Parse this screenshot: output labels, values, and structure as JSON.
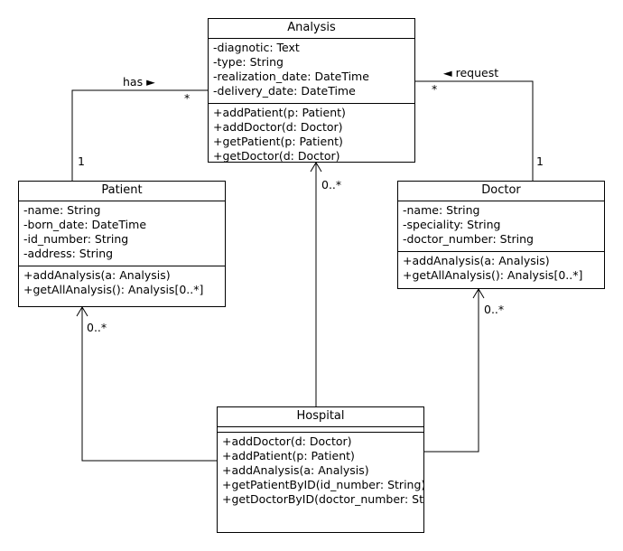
{
  "classes": {
    "analysis": {
      "name": "Analysis",
      "attributes": [
        "-diagnotic: Text",
        "-type: String",
        "-realization_date: DateTime",
        "-delivery_date: DateTime"
      ],
      "methods": [
        "+addPatient(p: Patient)",
        "+addDoctor(d: Doctor)",
        "+getPatient(p: Patient)",
        "+getDoctor(d: Doctor)"
      ]
    },
    "patient": {
      "name": "Patient",
      "attributes": [
        "-name: String",
        "-born_date: DateTime",
        "-id_number: String",
        "-address: String"
      ],
      "methods": [
        "+addAnalysis(a: Analysis)",
        "+getAllAnalysis(): Analysis[0..*]"
      ]
    },
    "doctor": {
      "name": "Doctor",
      "attributes": [
        "-name: String",
        "-speciality: String",
        "-doctor_number: String"
      ],
      "methods": [
        "+addAnalysis(a: Analysis)",
        "+getAllAnalysis(): Analysis[0..*]"
      ]
    },
    "hospital": {
      "name": "Hospital",
      "attributes": [],
      "methods": [
        "+addDoctor(d: Doctor)",
        "+addPatient(p: Patient)",
        "+addAnalysis(a: Analysis)",
        "+getPatientByID(id_number: String)",
        "+getDoctorByID(doctor_number: String)"
      ]
    }
  },
  "associations": {
    "has": {
      "label": "has ►",
      "analysis_end": "*",
      "patient_end": "1"
    },
    "request": {
      "label": "◄ request",
      "analysis_end": "*",
      "doctor_end": "1"
    },
    "hospital_patient": {
      "multiplicity": "0..*"
    },
    "hospital_analysis": {
      "multiplicity": "0..*"
    },
    "hospital_doctor": {
      "multiplicity": "0..*"
    }
  }
}
